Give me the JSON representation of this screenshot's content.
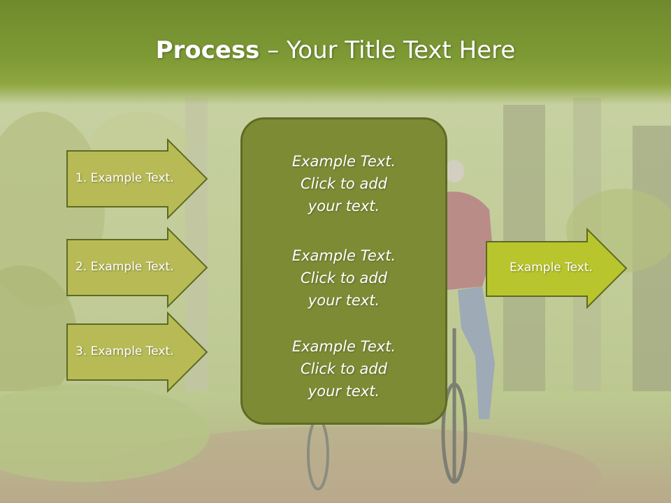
{
  "title": {
    "bold": "Process",
    "rest": " – Your Title Text Here"
  },
  "left_arrows": [
    {
      "label": "1. Example Text."
    },
    {
      "label": "2. Example Text."
    },
    {
      "label": "3. Example Text."
    }
  ],
  "center_box": {
    "blocks": [
      {
        "lines": [
          "Example Text.",
          "Click  to add",
          "your text."
        ]
      },
      {
        "lines": [
          "Example Text.",
          "Click  to add",
          "your text."
        ]
      },
      {
        "lines": [
          "Example Text.",
          "Click  to add",
          "your text."
        ]
      }
    ]
  },
  "right_arrow": {
    "label": "Example Text."
  },
  "colors": {
    "header": "#7e9a35",
    "left_arrow_fill": "#b8bb55",
    "right_arrow_fill": "#b9c52c",
    "arrow_stroke": "#5d6a22",
    "center_box_fill": "#7d8b35"
  }
}
